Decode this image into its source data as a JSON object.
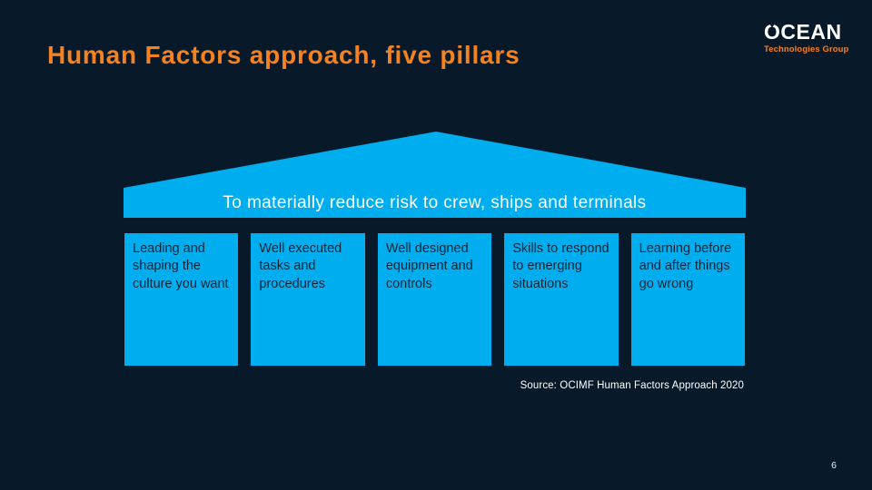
{
  "slide": {
    "title": "Human Factors approach, five pillars",
    "source": "Source: OCIMF Human Factors Approach 2020",
    "page_number": "6"
  },
  "logo": {
    "name": "OCEAN",
    "tagline": "Technologies Group"
  },
  "diagram": {
    "banner": "To materially reduce risk to crew, ships and terminals",
    "pillars": [
      {
        "label": "Leading and shaping the culture you want"
      },
      {
        "label": "Well executed tasks and procedures"
      },
      {
        "label": "Well designed equipment and controls"
      },
      {
        "label": "Skills to respond to emerging situations"
      },
      {
        "label": "Learning before and after things go wrong"
      }
    ]
  },
  "colors": {
    "background": "#081a2a",
    "accent-blue": "#00aeef",
    "accent-orange": "#f5821f",
    "pillar-text": "#0c2334",
    "light-text": "#ffffff"
  }
}
